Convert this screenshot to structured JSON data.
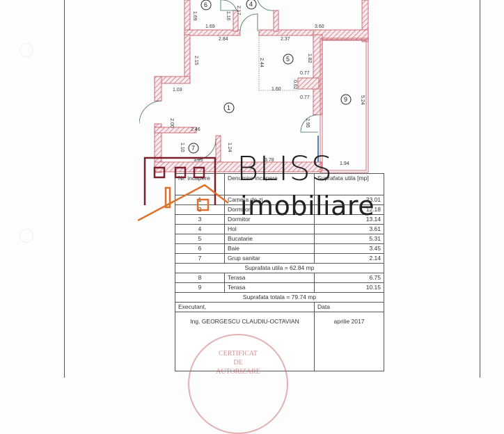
{
  "plan": {
    "rooms": [
      {
        "num": "1",
        "label": "1"
      },
      {
        "num": "4",
        "label": "4"
      },
      {
        "num": "5",
        "label": "5"
      },
      {
        "num": "6",
        "label": "6"
      },
      {
        "num": "7",
        "label": "7"
      },
      {
        "num": "9",
        "label": "9"
      }
    ],
    "dimensions": {
      "d_1_69_v": "1.69",
      "d_1_16": "1.16",
      "d_2_17": "2.17",
      "d_1_69_h": "1.69",
      "d_3_60": "3.60",
      "d_2_84": "2.84",
      "d_2_37": "2.37",
      "d_2_15": "2.15",
      "d_2_44": "2.44",
      "d_1_82": "1.82",
      "d_0_77_a": "0.77",
      "d_0_62": "0.62",
      "d_0_77_b": "0.77",
      "d_1_03": "1.03",
      "d_1_60": "1.60",
      "d_5_24": "5.24",
      "d_2_00": "2.00",
      "d_2_95": "2.95",
      "d_2_46": "2.46",
      "d_1_10": "1.10",
      "d_1_24": "1.24",
      "d_1_95": "1.95",
      "d_3_78": "3.78",
      "d_1_94": "1.94"
    }
  },
  "table": {
    "headers": {
      "nr": "Nr. incapere",
      "name": "Denumire incapere",
      "area": "Suprafata utila [mp]"
    },
    "rows": [
      {
        "nr": "1",
        "name": "Camera de zi",
        "area": "23.01"
      },
      {
        "nr": "2",
        "name": "Dormitor",
        "area": "12.18"
      },
      {
        "nr": "3",
        "name": "Dormitor",
        "area": "13.14"
      },
      {
        "nr": "4",
        "name": "Hol",
        "area": "3.61"
      },
      {
        "nr": "5",
        "name": "Bucatarie",
        "area": "5.31"
      },
      {
        "nr": "6",
        "name": "Baie",
        "area": "3.45"
      },
      {
        "nr": "7",
        "name": "Grup sanitar",
        "area": "2.14"
      }
    ],
    "subtotal": "Suprafata utila = 62.84 mp",
    "terrace_rows": [
      {
        "nr": "8",
        "name": "Terasa",
        "area": "6.75"
      },
      {
        "nr": "9",
        "name": "Terasa",
        "area": "10.15"
      }
    ],
    "total": "Suprafata totala = 79.74 mp",
    "executant_label": "Executant,",
    "date_label": "Data",
    "executant_name": "Ing. GEORGESCU CLAUDIU-OCTAVIAN",
    "date_value": "aprilie 2017"
  },
  "stamp": {
    "line1": "CERTIFICAT",
    "line2": "DE",
    "line3": "AUTORIZARE"
  },
  "watermark": {
    "title": "BLISS",
    "subtitle": "imobiliare",
    "colors": {
      "house": "#7a1f2b",
      "roof": "#e0702a",
      "text": "#222222"
    }
  }
}
